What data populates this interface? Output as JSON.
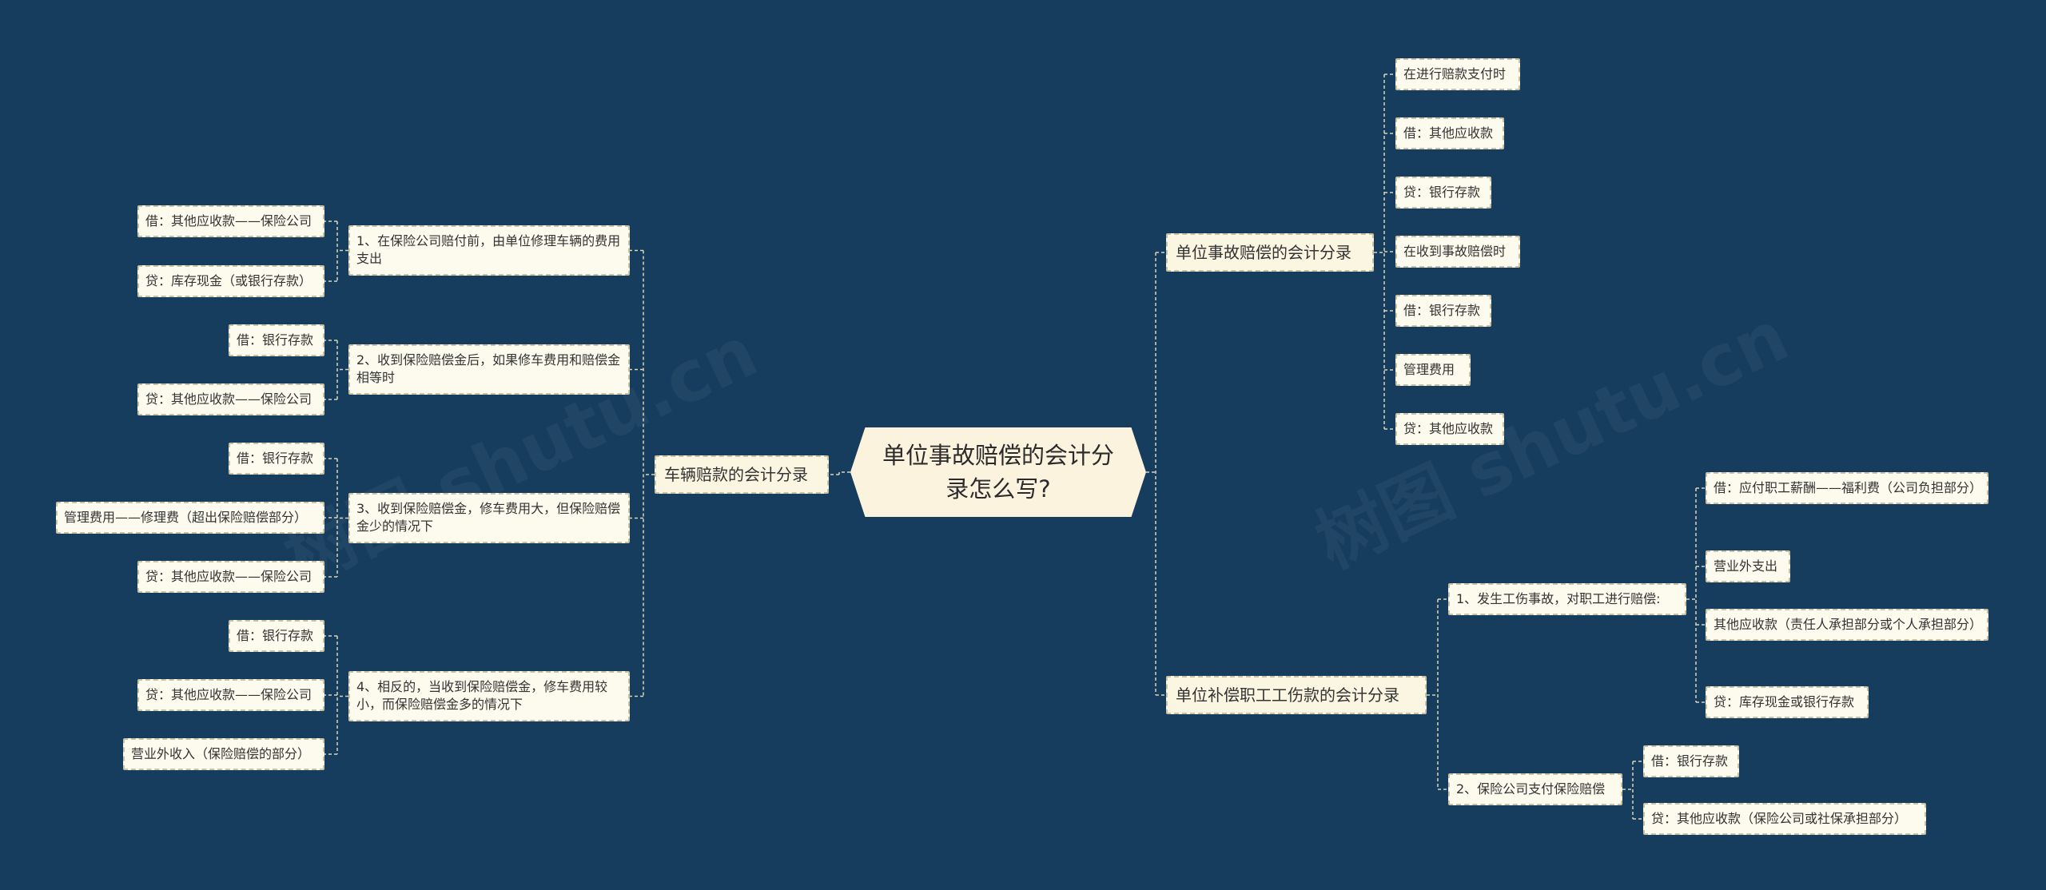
{
  "root": {
    "title": "单位事故赔偿的会计分录怎么写?"
  },
  "left": {
    "branch": "车辆赔款的会计分录",
    "subs": [
      {
        "label": "1、在保险公司赔付前，由单位修理车辆的费用支出",
        "leaves": [
          "借：其他应收款——保险公司",
          "贷：库存现金（或银行存款）"
        ]
      },
      {
        "label": "2、收到保险赔偿金后，如果修车费用和赔偿金相等时",
        "leaves": [
          "借：银行存款",
          "贷：其他应收款——保险公司"
        ]
      },
      {
        "label": "3、收到保险赔偿金，修车费用大，但保险赔偿金少的情况下",
        "leaves": [
          "借：银行存款",
          "管理费用——修理费（超出保险赔偿部分）",
          "贷：其他应收款——保险公司"
        ]
      },
      {
        "label": "4、相反的，当收到保险赔偿金，修车费用较小，而保险赔偿金多的情况下",
        "leaves": [
          "借：银行存款",
          "贷：其他应收款——保险公司",
          "营业外收入（保险赔偿的部分）"
        ]
      }
    ]
  },
  "right_top": {
    "branch": "单位事故赔偿的会计分录",
    "leaves": [
      "在进行赔款支付时",
      "借：其他应收款",
      "贷：银行存款",
      "在收到事故赔偿时",
      "借：银行存款",
      "管理费用",
      "贷：其他应收款"
    ]
  },
  "right_bottom": {
    "branch": "单位补偿职工工伤款的会计分录",
    "subs": [
      {
        "label": "1、发生工伤事故，对职工进行赔偿:",
        "leaves": [
          "借：应付职工薪酬——福利费（公司负担部分）",
          "营业外支出",
          "其他应收款（责任人承担部分或个人承担部分）",
          "贷：库存现金或银行存款"
        ]
      },
      {
        "label": "2、保险公司支付保险赔偿",
        "leaves": [
          "借：银行存款",
          "贷：其他应收款（保险公司或社保承担部分）"
        ]
      }
    ]
  },
  "watermarks": [
    "树图 shutu.cn",
    "树图 shutu.cn"
  ],
  "colors": {
    "background": "#173d5e",
    "node": "#fdfbee",
    "line": "#d9d3b8"
  }
}
